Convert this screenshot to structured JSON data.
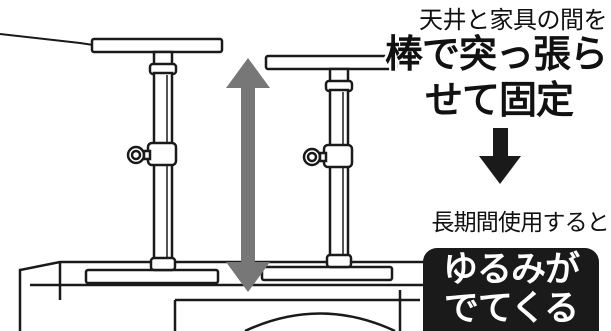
{
  "caption": {
    "line1": "天井と家具の間を",
    "line2": "棒で突っ張ら",
    "line3": "せて固定",
    "line4": "長期間使用すると"
  },
  "badge": {
    "line1": "ゆるみが",
    "line2": "でてくる"
  },
  "colors": {
    "ink": "#1a1a1a",
    "arrow_gray": "#777777",
    "badge_bg": "#1a1a1a",
    "badge_text": "#ffffff"
  },
  "icons": {
    "down_arrow": "down-arrow-icon",
    "double_arrow": "vertical-double-arrow-icon"
  }
}
